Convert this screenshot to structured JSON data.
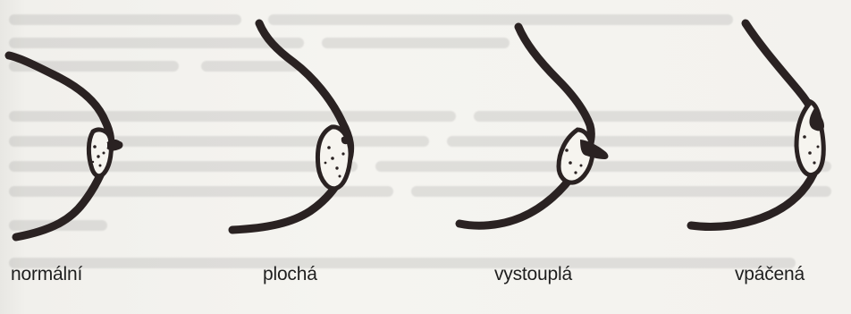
{
  "figures": [
    {
      "id": "normal",
      "label": "normální"
    },
    {
      "id": "flat",
      "label": "plochá"
    },
    {
      "id": "protruding",
      "label": "vystouplá"
    },
    {
      "id": "inverted",
      "label": "vpáčená"
    }
  ],
  "colors": {
    "ink": "#2a2222",
    "paper": "#f3f2ee",
    "dot": "#2a2222"
  }
}
